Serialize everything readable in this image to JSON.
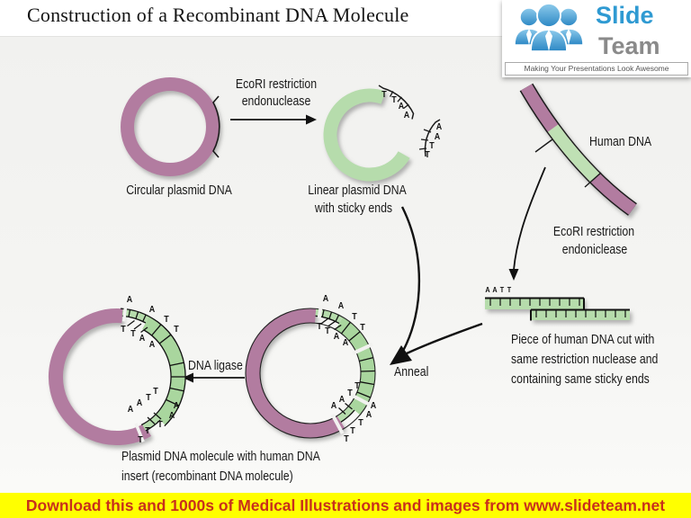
{
  "page": {
    "title": "Construction of a Recombinant DNA Molecule",
    "footer": "Download this and 1000s of Medical Illustrations and images from www.slideteam.net"
  },
  "logo": {
    "brand_top": "Slide",
    "brand_bottom": "Team",
    "tagline": "Making Your Presentations Look Awesome"
  },
  "labels": {
    "ecori_top_1": "EcoRI restriction",
    "ecori_top_2": "endonuclease",
    "circular_plasmid": "Circular plasmid DNA",
    "linear_plasmid_1": "Linear plasmid DNA",
    "linear_plasmid_2": "with sticky ends",
    "human_dna": "Human DNA",
    "ecori_right_1": "EcoRI restriction",
    "ecori_right_2": "endoniclease",
    "piece_1": "Piece of human DNA cut with",
    "piece_2": "same restriction nuclease and",
    "piece_3": "containing same sticky ends",
    "anneal": "Anneal",
    "dna_ligase": "DNA ligase",
    "product_1": "Plasmid DNA molecule with human DNA",
    "product_2": "insert (recombinant DNA molecule)"
  },
  "bases": {
    "linear_top": [
      "T",
      "T",
      "A",
      "A"
    ],
    "linear_right": [
      "A",
      "A",
      "T",
      "T"
    ],
    "piece_overhang": [
      "A",
      "A",
      "T",
      "T"
    ],
    "anneal_top_outer": [
      "A",
      "A",
      "T",
      "T"
    ],
    "anneal_top_inner": [
      "T",
      "T",
      "A",
      "A"
    ],
    "anneal_bottom_inner": [
      "T",
      "T",
      "A",
      "A"
    ],
    "anneal_bottom_outer": [
      "A",
      "A",
      "T",
      "T"
    ],
    "anneal_bottom_extra": "T",
    "ligated_top_outer": [
      "A",
      "A",
      "T",
      "T"
    ],
    "ligated_top_inner": [
      "T",
      "T",
      "A",
      "A"
    ],
    "ligated_bottom_inner": [
      "T",
      "T",
      "A",
      "A"
    ],
    "ligated_bottom_outer": [
      "A",
      "A",
      "T",
      "T"
    ],
    "ligated_bottom_extra": "T"
  },
  "colors": {
    "plasmid_pink": "#b27ca0",
    "insert_green": "#b6dcac",
    "banner_bg": "#ffff00",
    "banner_text": "#c8301c",
    "logo_blue": "#2f9ad2"
  }
}
